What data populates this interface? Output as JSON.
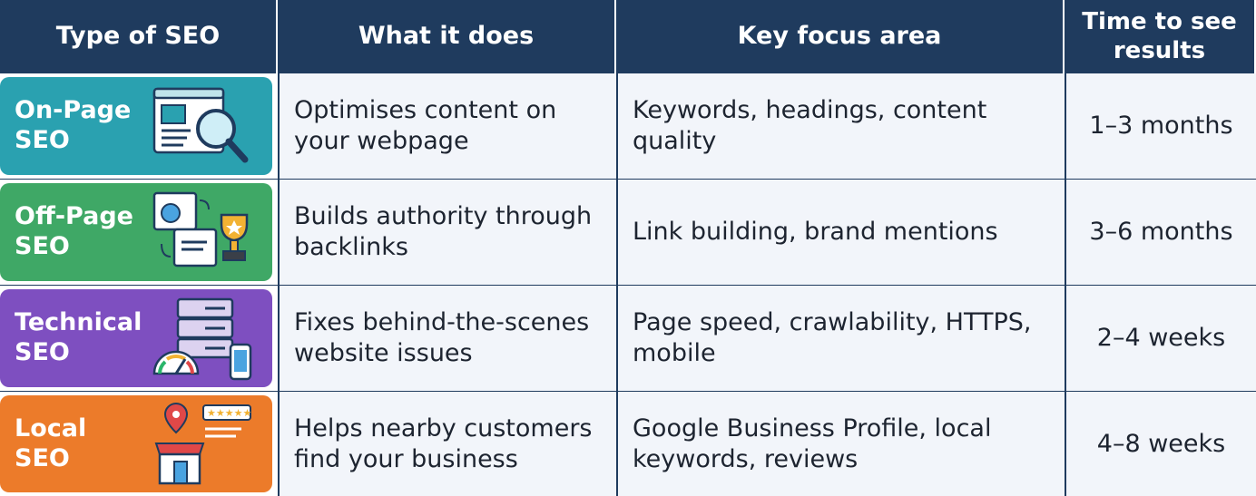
{
  "headers": [
    "Type of SEO",
    "What it does",
    "Key focus area",
    "Time to see results"
  ],
  "rows": [
    {
      "type_line1": "On-Page",
      "type_line2": "SEO",
      "icon": "webpage-magnifier-icon",
      "color": "#2aa1b0",
      "does": "Optimises content on your webpage",
      "focus": "Keywords, headings, content quality",
      "time": "1–3 months"
    },
    {
      "type_line1": "Off-Page",
      "type_line2": "SEO",
      "icon": "backlinks-trophy-icon",
      "color": "#3fa866",
      "does": "Builds authority through backlinks",
      "focus": "Link building, brand mentions",
      "time": "3–6 months"
    },
    {
      "type_line1": "Technical",
      "type_line2": "SEO",
      "icon": "server-speedometer-icon",
      "color": "#7e4fc0",
      "does": "Fixes behind-the-scenes website issues",
      "focus": "Page speed, crawlability, HTTPS, mobile",
      "time": "2–4 weeks"
    },
    {
      "type_line1": "Local",
      "type_line2": "SEO",
      "icon": "storefront-location-icon",
      "color": "#ec7b2a",
      "does": "Helps nearby customers find your business",
      "focus": "Google Business Profile, local keywords, reviews",
      "time": "4–8 weeks"
    }
  ],
  "header_color": "#1f3b5e"
}
